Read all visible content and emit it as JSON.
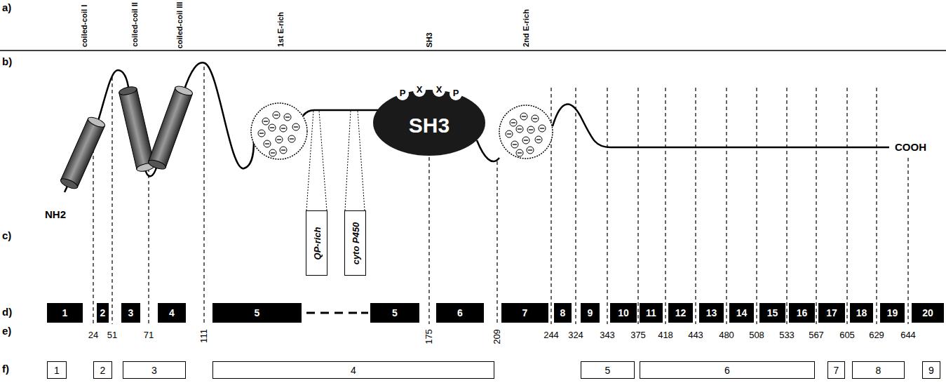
{
  "diagram": {
    "nodes": [
      {
        "text": [
          "SH3"
        ]
      },
      {
        "text": [
          "QP-rich"
        ]
      },
      {
        "text": [
          "cyto P450"
        ]
      },
      {
        "text": [
          "1"
        ]
      },
      {
        "text": [
          "2"
        ]
      },
      {
        "text": [
          "3"
        ]
      },
      {
        "text": [
          "4"
        ]
      },
      {
        "text": [
          "5"
        ]
      },
      {
        "text": [
          "5"
        ]
      },
      {
        "text": [
          "6"
        ]
      },
      {
        "text": [
          "7"
        ]
      },
      {
        "text": [
          "8"
        ]
      },
      {
        "text": [
          "9"
        ]
      },
      {
        "text": [
          "10"
        ]
      },
      {
        "text": [
          "11"
        ]
      },
      {
        "text": [
          "12"
        ]
      },
      {
        "text": [
          "13"
        ]
      },
      {
        "text": [
          "14"
        ]
      },
      {
        "text": [
          "15"
        ]
      },
      {
        "text": [
          "16"
        ]
      },
      {
        "text": [
          "17"
        ]
      },
      {
        "text": [
          "18"
        ]
      },
      {
        "text": [
          "19"
        ]
      },
      {
        "text": [
          "20"
        ]
      },
      {
        "text": [
          "1"
        ]
      },
      {
        "text": [
          "2"
        ]
      },
      {
        "text": [
          "3"
        ]
      },
      {
        "text": [
          "4"
        ]
      },
      {
        "text": [
          "5"
        ]
      },
      {
        "text": [
          "6"
        ]
      },
      {
        "text": [
          "7"
        ]
      },
      {
        "text": [
          "8"
        ]
      },
      {
        "text": [
          "9"
        ]
      }
    ],
    "labels": [
      "a)",
      "coiled-coil I",
      "coiled-coil II",
      "coiled-coil III",
      "1st E-rich",
      "SH3",
      "2nd E-rich",
      "b)",
      "NH2",
      "COOH",
      "P",
      "X",
      "X",
      "P",
      "c)",
      "d)",
      "e)",
      "f)",
      "24",
      "51",
      "71",
      "111",
      "175",
      "209",
      "244",
      "324",
      "343",
      "375",
      "418",
      "443",
      "480",
      "508",
      "533",
      "567",
      "605",
      "629",
      "644"
    ]
  }
}
